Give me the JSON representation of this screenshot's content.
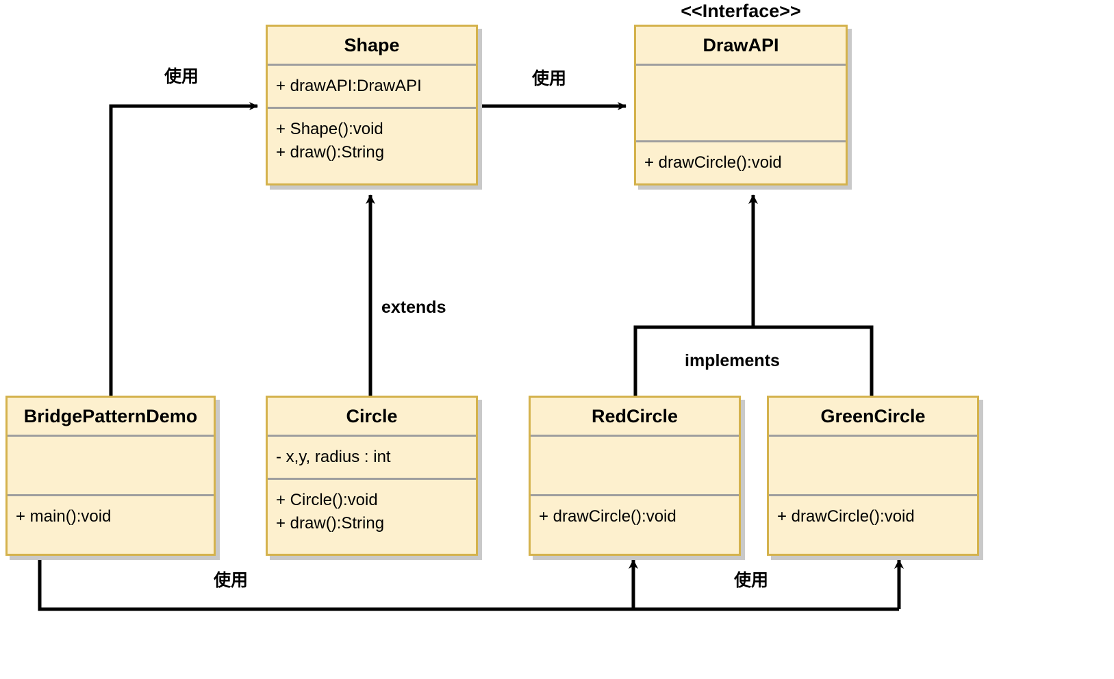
{
  "diagram": {
    "title": "Bridge Pattern UML Class Diagram",
    "colors": {
      "box_fill": "#FDF0CE",
      "box_border": "#D4B24C",
      "separator": "#9e9e9e",
      "shadow": "#c9c9c9",
      "edge": "#000000",
      "text": "#000000"
    },
    "classes": [
      {
        "id": "shape",
        "name": "Shape",
        "stereotype": "",
        "attributes": [
          "+ drawAPI:DrawAPI"
        ],
        "methods": [
          "+ Shape():void",
          "+ draw():String"
        ]
      },
      {
        "id": "drawapi",
        "name": "DrawAPI",
        "stereotype": "<<Interface>>",
        "attributes": [],
        "methods": [
          "+ drawCircle():void"
        ]
      },
      {
        "id": "bridgepatterndemo",
        "name": "BridgePatternDemo",
        "stereotype": "",
        "attributes": [],
        "methods": [
          "+ main():void"
        ]
      },
      {
        "id": "circle",
        "name": "Circle",
        "stereotype": "",
        "attributes": [
          "- x,y, radius : int"
        ],
        "methods": [
          "+ Circle():void",
          "+ draw():String"
        ]
      },
      {
        "id": "redcircle",
        "name": "RedCircle",
        "stereotype": "",
        "attributes": [],
        "methods": [
          "+ drawCircle():void"
        ]
      },
      {
        "id": "greencircle",
        "name": "GreenCircle",
        "stereotype": "",
        "attributes": [],
        "methods": [
          "+ drawCircle():void"
        ]
      }
    ],
    "relations": [
      {
        "id": "demo-uses-shape",
        "from": "BridgePatternDemo",
        "to": "Shape",
        "label": "使用",
        "kind": "uses"
      },
      {
        "id": "shape-uses-drawapi",
        "from": "Shape",
        "to": "DrawAPI",
        "label": "使用",
        "kind": "uses"
      },
      {
        "id": "circle-extends-shape",
        "from": "Circle",
        "to": "Shape",
        "label": "extends",
        "kind": "generalization"
      },
      {
        "id": "circles-implements-api",
        "from": "RedCircle, GreenCircle",
        "to": "DrawAPI",
        "label": "implements",
        "kind": "realization"
      },
      {
        "id": "demo-uses-redcircle",
        "from": "BridgePatternDemo",
        "to": "RedCircle",
        "label": "使用",
        "kind": "uses"
      },
      {
        "id": "demo-uses-greencircle",
        "from": "BridgePatternDemo",
        "to": "GreenCircle",
        "label": "使用",
        "kind": "uses"
      }
    ]
  }
}
